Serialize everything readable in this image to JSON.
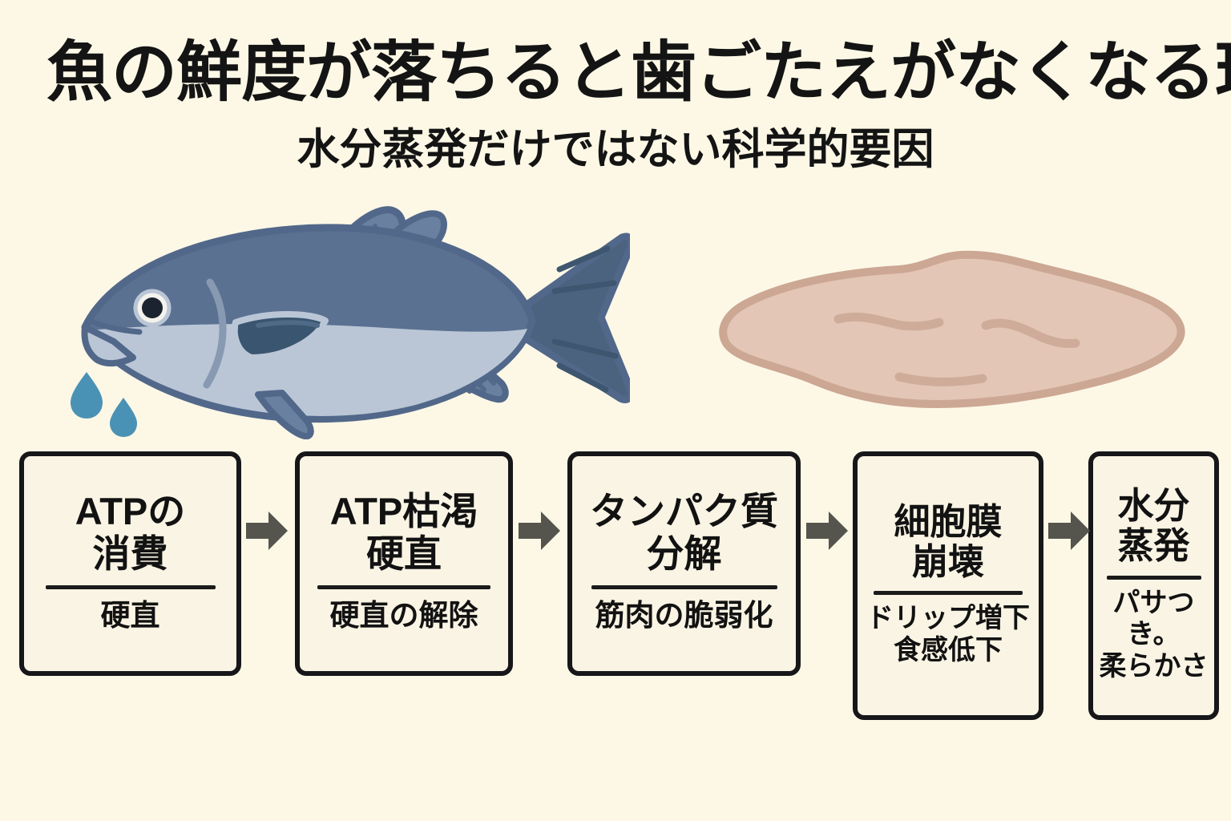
{
  "header": {
    "title": "魚の鮮度が落ちると歯ごたえがなくなる理由",
    "subtitle": "水分蒸発だけではない科学的要因"
  },
  "illustration": {
    "fish": {
      "name": "fresh-fish",
      "back_color": "#5A7191",
      "belly_color": "#BAC6D6",
      "fin_color": "#3A5570",
      "outline_color": "#52688A",
      "eye_color": "#1C2330",
      "droplet_color": "#4A92B5",
      "droplet_count": 2
    },
    "fillet": {
      "name": "degraded-fish-fillet",
      "fill_color": "#E3C6B6",
      "outline_color": "#CCA794",
      "crease_color": "#CFAC9A",
      "crease_count": 3
    }
  },
  "flow": {
    "arrow_color": "#55554D",
    "box_border_color": "#17171A",
    "box_fill_color": "#FAF4E4",
    "steps": [
      {
        "id": "atp-consumption",
        "head": "ATPの\n消費",
        "sub": "硬直"
      },
      {
        "id": "atp-depletion-rigor",
        "head": "ATP枯渇\n硬直",
        "sub": "硬直の解除"
      },
      {
        "id": "protein-breakdown",
        "head": "タンパク質\n分解",
        "sub": "筋肉の脆弱化"
      },
      {
        "id": "cell-membrane-collapse",
        "head": "細胞膜\n崩壊",
        "sub": "ドリップ増下\n食感低下"
      },
      {
        "id": "moisture-evaporation",
        "head": "水分\n蒸発",
        "sub": "パサつき。\n柔らかさ"
      }
    ]
  },
  "colors": {
    "background": "#FDF8E6",
    "text": "#141414"
  }
}
